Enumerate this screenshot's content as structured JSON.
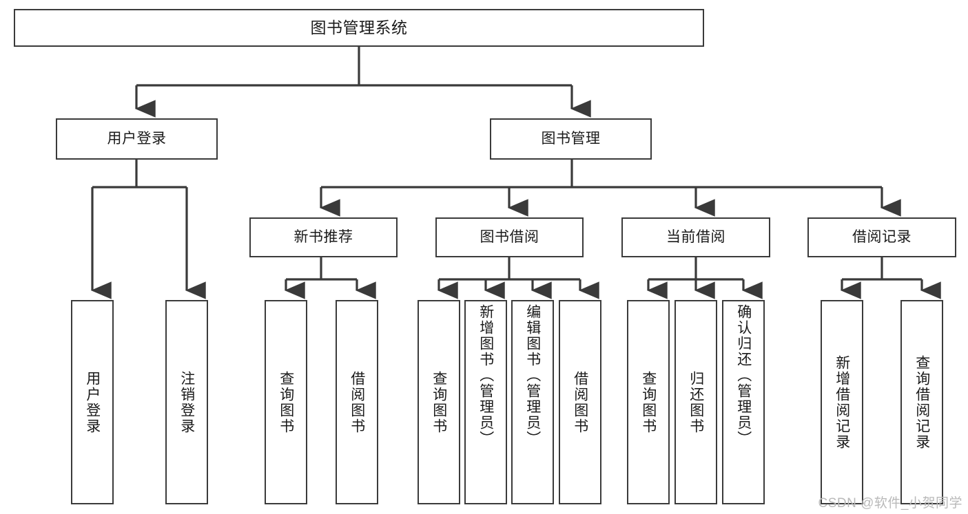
{
  "diagram": {
    "title": "图书管理系统",
    "type": "tree",
    "watermark": "CSDN @软件_小贺同学",
    "colors": {
      "background": "#ffffff",
      "box_border": "#3a3a3a",
      "box_fill": "#ffffff",
      "edge": "#3a3a3a",
      "text": "#1a1a1a",
      "watermark": "#b9b9b9"
    },
    "nodes": {
      "root": {
        "label": "图书管理系统"
      },
      "level2": [
        {
          "label": "用户登录"
        },
        {
          "label": "图书管理"
        }
      ],
      "level3": [
        {
          "label": "新书推荐"
        },
        {
          "label": "图书借阅"
        },
        {
          "label": "当前借阅"
        },
        {
          "label": "借阅记录"
        }
      ],
      "leaves": {
        "user_login": [
          {
            "label": "用户登录"
          },
          {
            "label": "注销登录"
          }
        ],
        "new_book_recommend": [
          {
            "label": "查询图书"
          },
          {
            "label": "借阅图书"
          }
        ],
        "book_borrow": [
          {
            "label": "查询图书"
          },
          {
            "label": "新增图书（管理员）"
          },
          {
            "label": "编辑图书（管理员）"
          },
          {
            "label": "借阅图书"
          }
        ],
        "current_borrow": [
          {
            "label": "查询图书"
          },
          {
            "label": "归还图书"
          },
          {
            "label": "确认归还（管理员）"
          }
        ],
        "borrow_record": [
          {
            "label": "新增借阅记录"
          },
          {
            "label": "查询借阅记录"
          }
        ]
      }
    }
  }
}
